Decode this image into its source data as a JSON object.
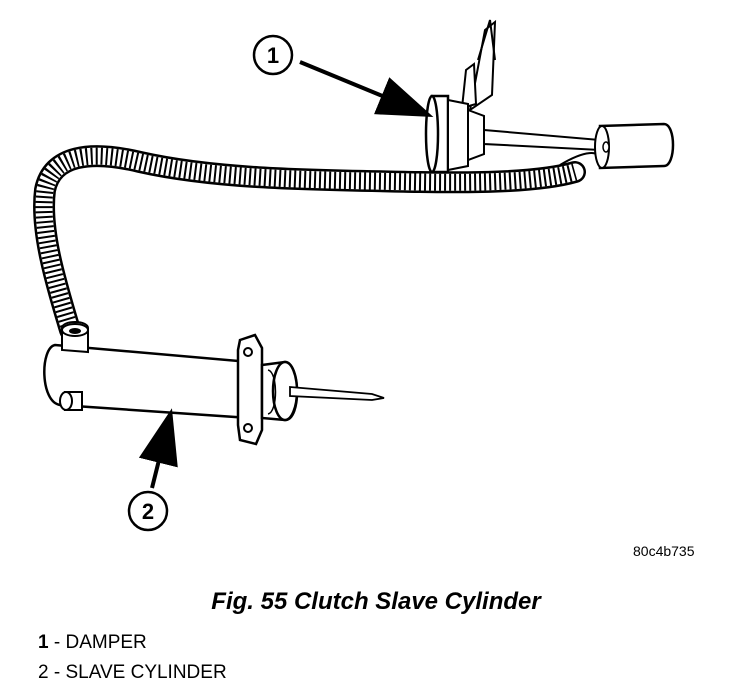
{
  "figure": {
    "code": "80c4b735",
    "caption": "Fig. 55 Clutch Slave Cylinder"
  },
  "callouts": [
    {
      "number": "1"
    },
    {
      "number": "2"
    }
  ],
  "legend": [
    {
      "number": "1",
      "separator": " - ",
      "label": "DAMPER"
    },
    {
      "number": "2",
      "separator": " - ",
      "label": "SLAVE CYLINDER"
    }
  ],
  "colors": {
    "line": "#000000",
    "background": "#ffffff"
  }
}
